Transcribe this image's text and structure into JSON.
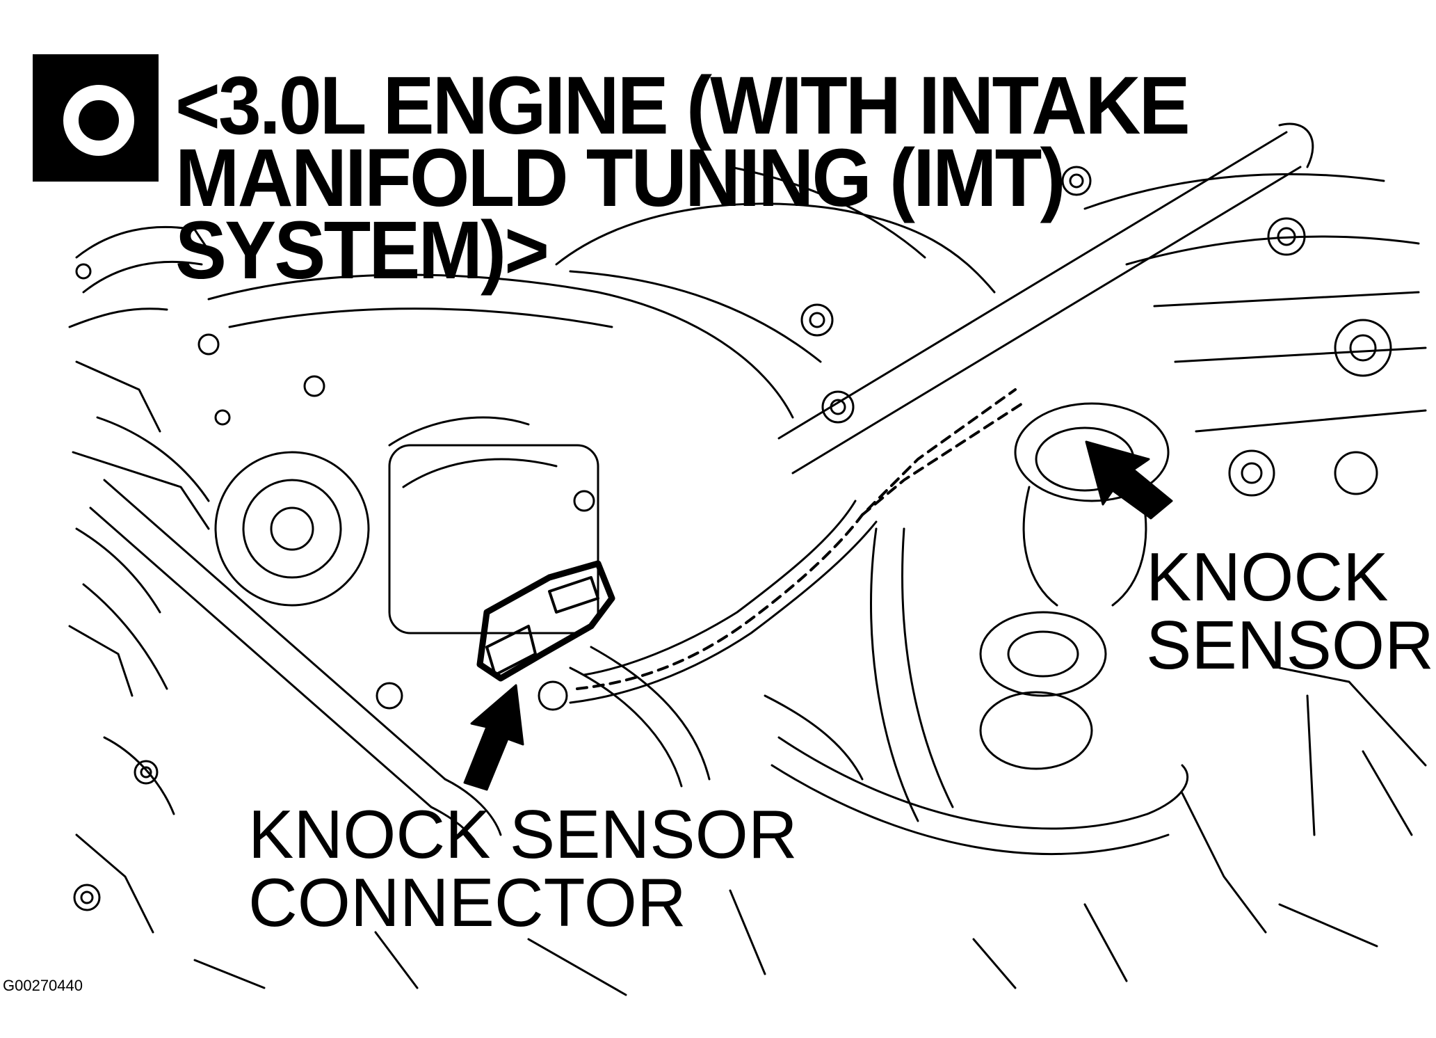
{
  "figure": {
    "badge_icon": "circle-badge-icon",
    "title": "<3.0L ENGINE (WITH INTAKE\nMANIFOLD TUNING (IMT)\nSYSTEM)>",
    "callouts": {
      "knock_sensor": "KNOCK\nSENSOR",
      "knock_sensor_connector": "KNOCK SENSOR\nCONNECTOR"
    },
    "figure_code": "G00270440"
  },
  "colors": {
    "ink": "#000000",
    "paper": "#ffffff"
  }
}
